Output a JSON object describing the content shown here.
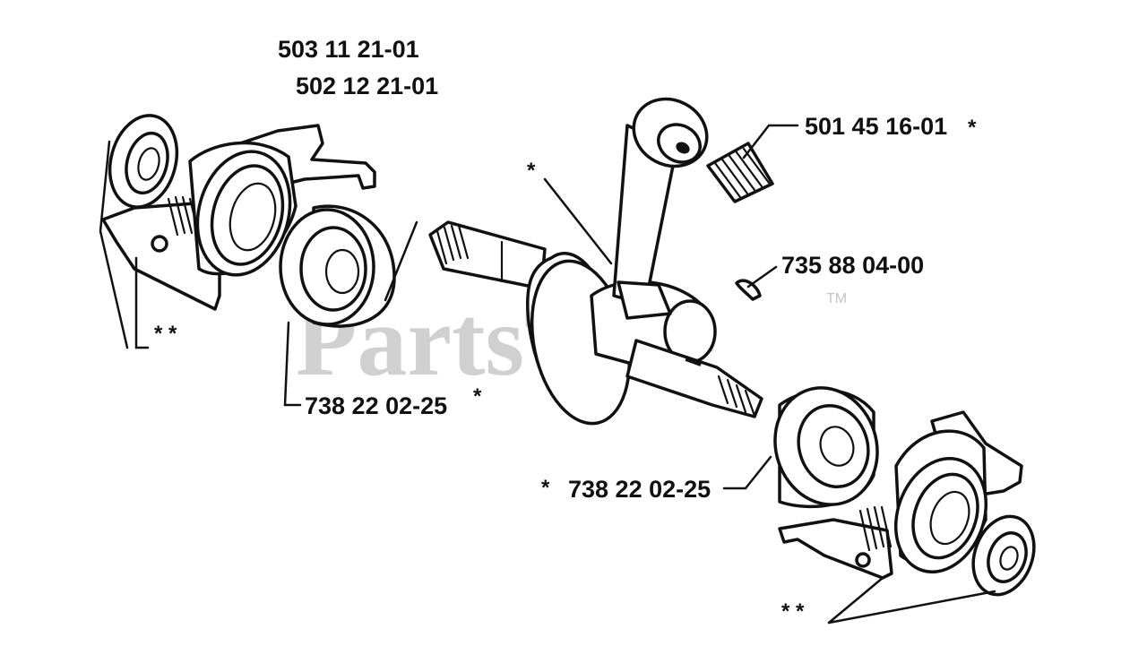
{
  "watermark": {
    "text": "PartsTree",
    "trademark": "TM"
  },
  "labels": {
    "housing_part_1": "503 11 21-01",
    "housing_part_2": "502 12 21-01",
    "needle_bearing": "501 45 16-01",
    "needle_bearing_mark": "*",
    "key": "735 88 04-00",
    "bearing_left": "738 22 02-25",
    "bearing_left_mark": "*",
    "bearing_right": "738 22 02-25",
    "bearing_right_mark": "*",
    "crankshaft_mark": "*",
    "seal_left_mark": "* *",
    "seal_right_mark": "* *"
  },
  "colors": {
    "line": "#111111",
    "watermark": "#d0d0d0",
    "background": "#ffffff"
  }
}
